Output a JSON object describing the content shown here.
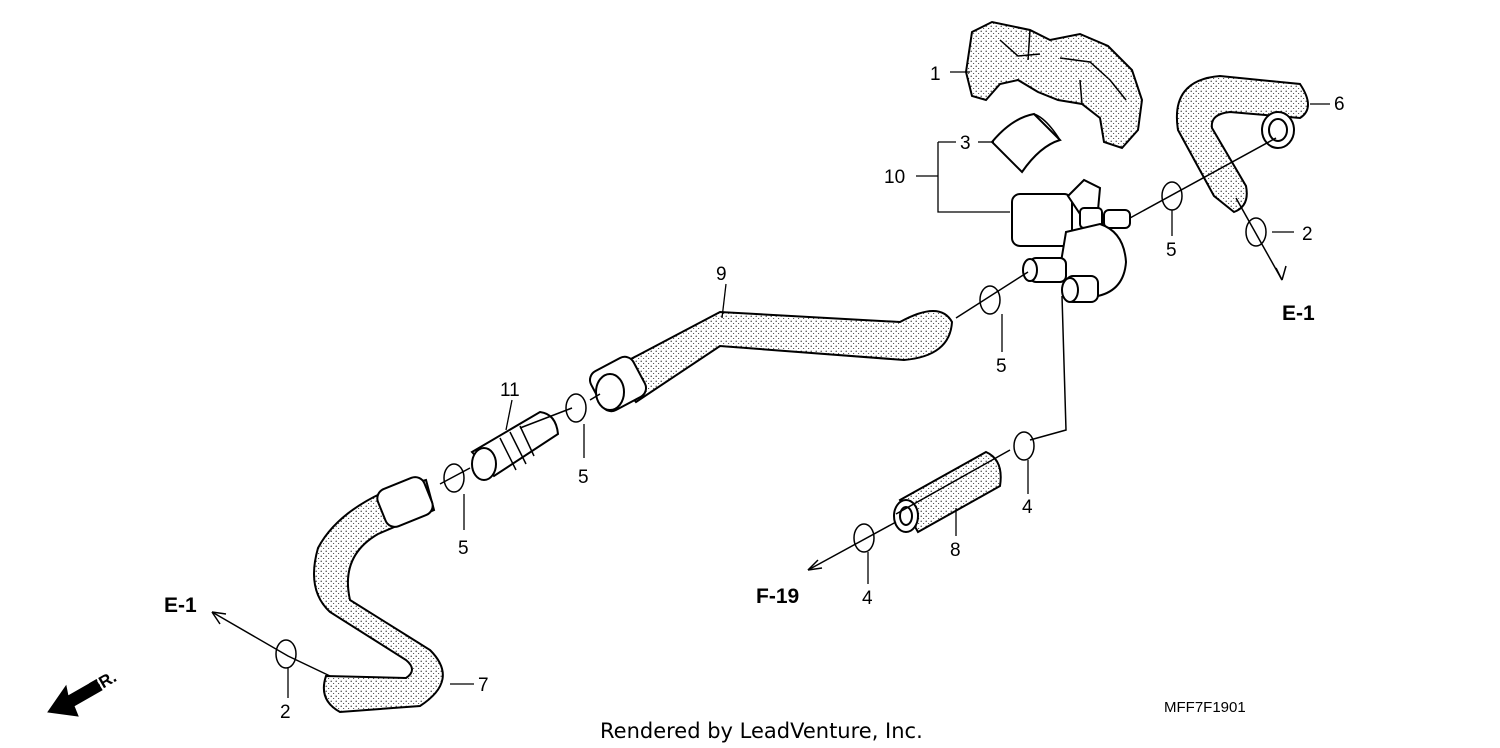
{
  "callouts": {
    "p1": "1",
    "p2a": "2",
    "p2b": "2",
    "p3": "3",
    "p4a": "4",
    "p4b": "4",
    "p5a": "5",
    "p5b": "5",
    "p5c": "5",
    "p5d": "5",
    "p6": "6",
    "p7": "7",
    "p8": "8",
    "p9": "9",
    "p10": "10",
    "p11": "11"
  },
  "references": {
    "e1_right": "E-1",
    "e1_left": "E-1",
    "f19": "F-19"
  },
  "direction_label": "FR.",
  "diagram_code": "MFF7F1901",
  "credit": "Rendered by LeadVenture, Inc."
}
